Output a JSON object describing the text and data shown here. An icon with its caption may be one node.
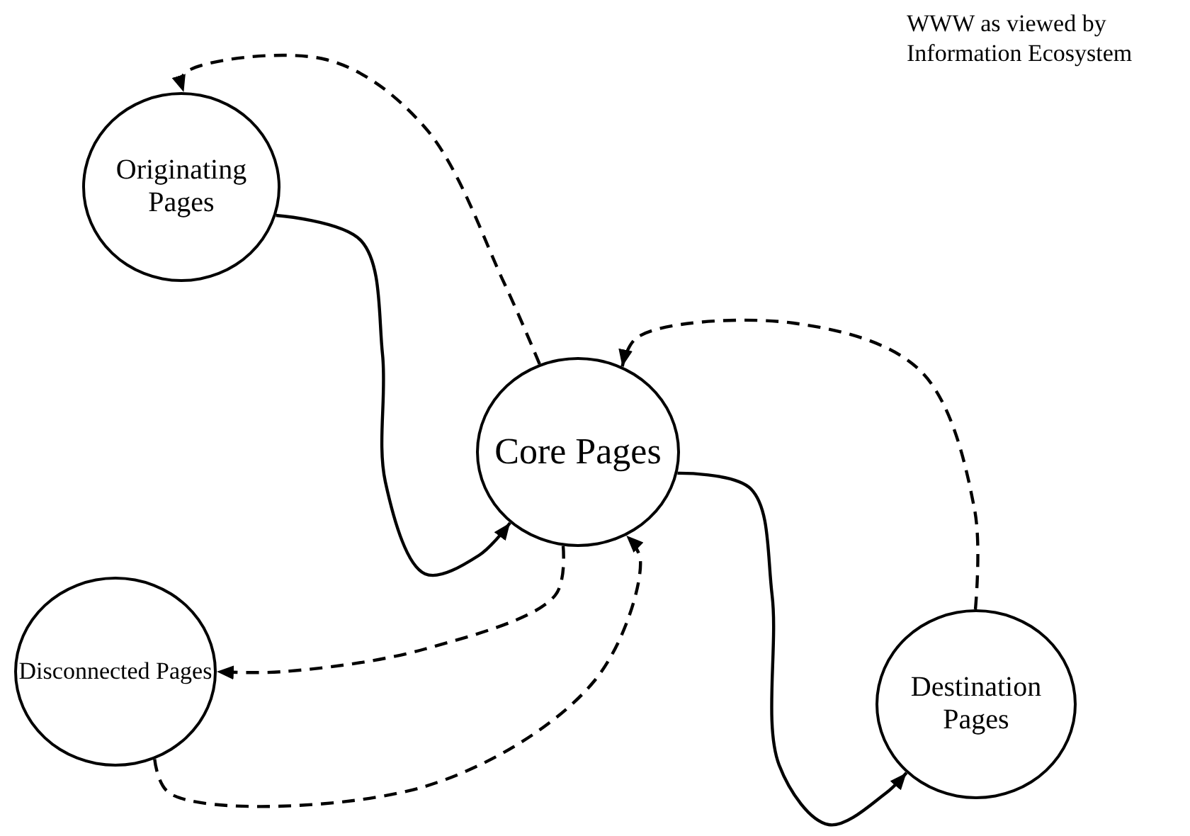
{
  "diagram": {
    "nodes": [
      {
        "text": [
          "Originating Pages"
        ]
      },
      {
        "text": [
          "Core Pages"
        ]
      },
      {
        "text": [
          "Disconnected Pages"
        ]
      },
      {
        "text": [
          "Destination Pages"
        ]
      }
    ],
    "edges": [
      {
        "from": 0,
        "to": 1,
        "arrow": "to"
      },
      {
        "from": 1,
        "to": 0,
        "arrow": "to",
        "style": "dashed"
      },
      {
        "from": 1,
        "to": 2,
        "arrow": "to",
        "style": "dashed"
      },
      {
        "from": 2,
        "to": 1,
        "arrow": "to",
        "style": "dashed"
      },
      {
        "from": 1,
        "to": 3,
        "arrow": "to"
      },
      {
        "from": 3,
        "to": 1,
        "arrow": "to",
        "style": "dashed"
      }
    ],
    "labels": [
      "WWW as viewed by Information Ecosystem"
    ]
  }
}
